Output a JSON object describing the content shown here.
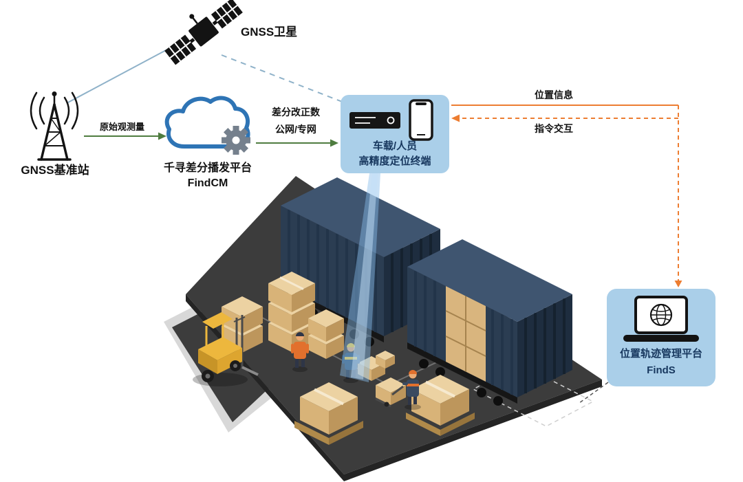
{
  "diagram": {
    "satellite": {
      "label": "GNSS卫星"
    },
    "base_station": {
      "label": "GNSS基准站"
    },
    "cloud": {
      "title": "千寻差分播发平台",
      "subtitle": "FindCM"
    },
    "link_raw": {
      "label": "原始观测量"
    },
    "link_diff": {
      "line1": "差分改正数",
      "line2": "公网/专网"
    },
    "terminal": {
      "line1": "车载/人员",
      "line2": "高精度定位终端"
    },
    "link_position": {
      "label": "位置信息"
    },
    "link_command": {
      "label": "指令交互"
    },
    "platform": {
      "title": "位置轨迹管理平台",
      "subtitle": "FindS"
    },
    "colors": {
      "green": "#4e7c3f",
      "orange": "#ed7d31",
      "bubble": "#aacfe9",
      "navy": "#17375e",
      "cloud_blue": "#2e74b5",
      "signal_line": "#8fb2c9",
      "beam": "#7db4e0"
    }
  }
}
